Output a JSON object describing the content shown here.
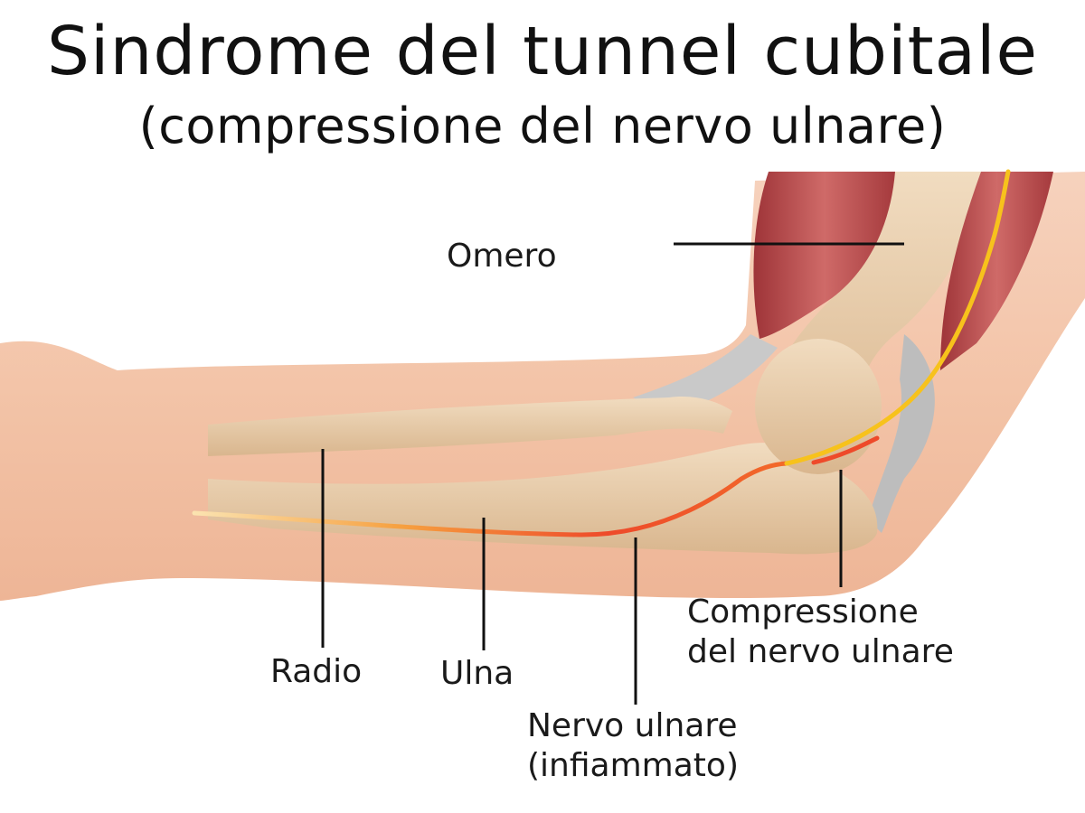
{
  "title": "Sindrome del tunnel cubitale",
  "subtitle": "(compressione del nervo ulnare)",
  "labels": {
    "omero": "Omero",
    "radio": "Radio",
    "ulna": "Ulna",
    "nerve_line1": "Nervo ulnare",
    "nerve_line2": "(infiammato)",
    "compression_line1": "Compressione",
    "compression_line2": "del nervo ulnare"
  },
  "colors": {
    "skin": "#f2c2a6",
    "muscle": "#b8474a",
    "bone": "#e7cba3",
    "nerve_inflamed": "#f0502a",
    "nerve_healthy": "#f7c21c",
    "ligament": "#c9c9c9"
  }
}
